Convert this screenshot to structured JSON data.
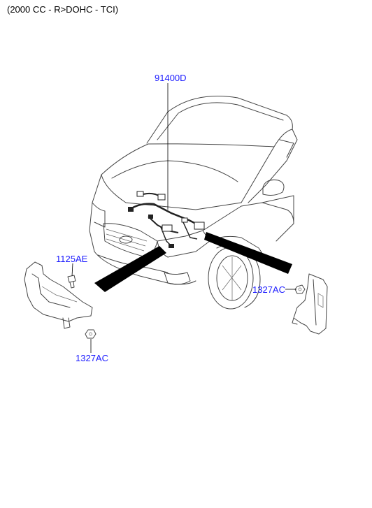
{
  "header": {
    "engine_spec": "(2000 CC - R>DOHC - TCI)"
  },
  "parts": [
    {
      "id": "harness",
      "label": "91400D"
    },
    {
      "id": "bolt",
      "label": "1125AE"
    },
    {
      "id": "nut-right",
      "label": "1327AC"
    },
    {
      "id": "nut-bottom",
      "label": "1327AC"
    }
  ],
  "colors": {
    "label": "#1a1aff",
    "line": "#444444",
    "callout_band": "#000000"
  }
}
